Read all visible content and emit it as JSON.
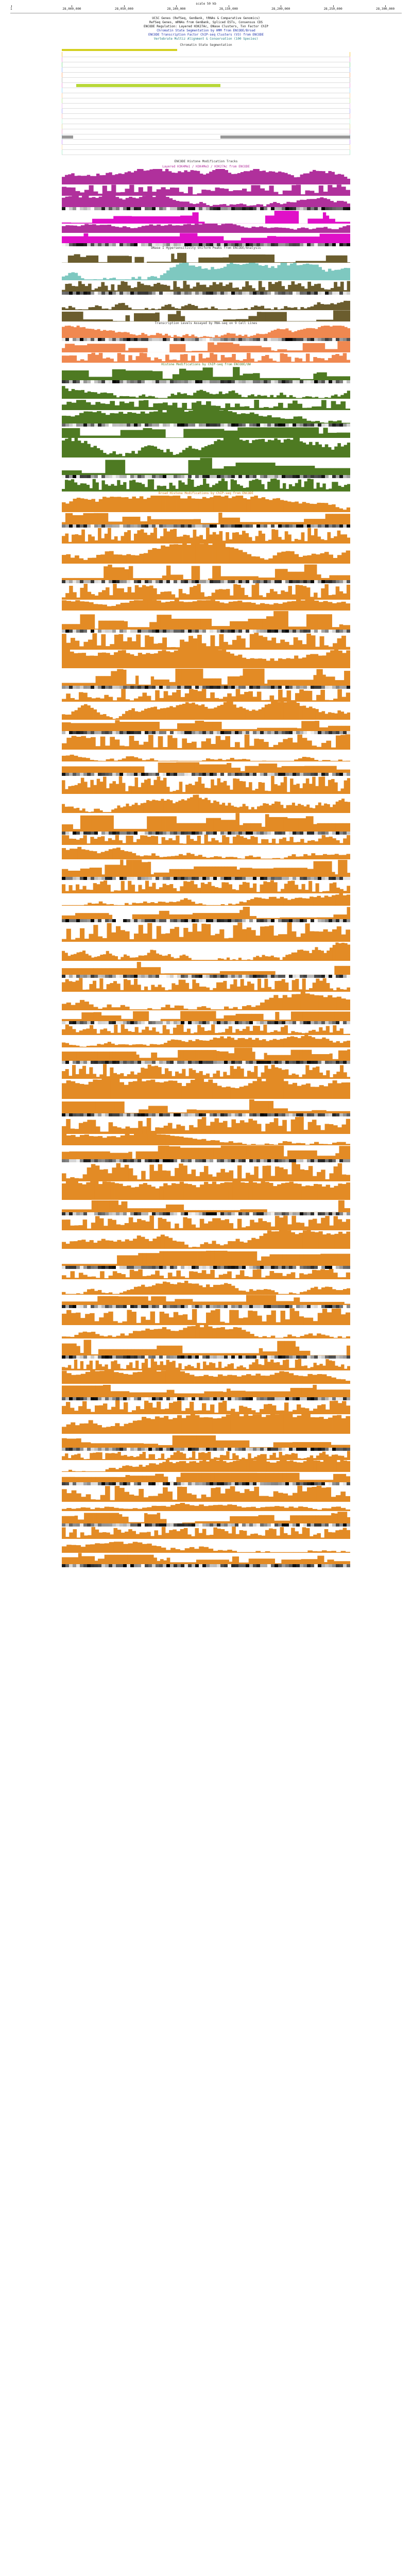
{
  "ruler": {
    "sample_label": "scale 50 kb",
    "ticks": [
      "1",
      "28,000,000",
      "28,050,000",
      "28,100,000",
      "28,150,000",
      "28,200,000",
      "28,250,000",
      "28,300,000"
    ]
  },
  "info": {
    "lines": [
      "UCSC Genes (RefSeq, GenBank, tRNAs & Comparative Genomics)",
      "RefSeq Genes, mRNAs from GenBank, Spliced ESTs, Consensus CDS",
      "ENCODE Regulation: Layered H3K27Ac, DNase Clusters, Txn Factor ChIP"
    ],
    "blue_lines": [
      "Chromatin State Segmentation by HMM from ENCODE/Broad",
      "ENCODE Transcription Factor ChIP-seq Clusters (V3) from ENCODE"
    ],
    "teal_lines": [
      "Vertebrate Multiz Alignment & Conservation (100 Species)"
    ]
  },
  "lanes_title": "Chromatin State Segmentation",
  "tracks_header": "ENCODE Histone Modification Tracks",
  "colors": {
    "magenta": "#b0309c",
    "hot_magenta": "#e010c8",
    "olive": "#6b5d2e",
    "teal": "#7ec8c0",
    "salmon": "#f08850",
    "green": "#4e7a22",
    "orange": "#e38b25",
    "black": "#111111"
  },
  "sections": [
    {
      "title": "Layered H3K4Me1 / H3K4Me3 / H3K27Ac from ENCODE",
      "color": "magenta"
    },
    {
      "title": "DNase I Hypersensitivity Uniform Peaks from ENCODE/Analysis",
      "color": "olive"
    },
    {
      "title": "Transcription Levels Assayed by RNA-seq on 9 Cell Lines",
      "color": "salmon"
    },
    {
      "title": "Histone Modifications by ChIP-seq from ENCODE/UW",
      "color": "green"
    },
    {
      "title": "Broad Histone Modifications by ChIP-seq from ENCODE",
      "color": "orange"
    }
  ]
}
